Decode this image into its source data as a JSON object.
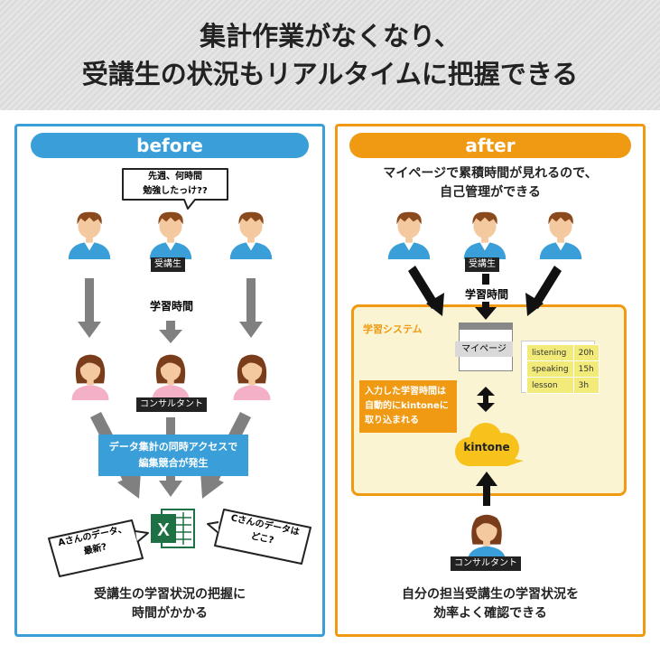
{
  "header": {
    "line1": "集計作業がなくなり、",
    "line2": "受講生の状況もリアルタイムに把握できる"
  },
  "before": {
    "pill": "before",
    "speech_top_line1": "先週、何時間",
    "speech_top_line2": "勉強したっけ??",
    "student_label": "受講生",
    "study_time_label": "学習時間",
    "consultant_label": "コンサルタント",
    "conflict_line1": "データ集計の同時アクセスで",
    "conflict_line2": "編集競合が発生",
    "bubble_left_line1": "Aさんのデータ、",
    "bubble_left_line2": "最新?",
    "bubble_right_line1": "Cさんのデータは",
    "bubble_right_line2": "どこ?",
    "footer_line1": "受講生の学習状況の把握に",
    "footer_line2": "時間がかかる"
  },
  "after": {
    "pill": "after",
    "intro_line1": "マイページで累積時間が見れるので、",
    "intro_line2": "自己管理ができる",
    "student_label": "受講生",
    "study_time_label": "学習時間",
    "system_label": "学習システム",
    "mypage_label": "マイページ",
    "table": [
      {
        "name": "listening",
        "value": "20h"
      },
      {
        "name": "speaking",
        "value": "15h"
      },
      {
        "name": "lesson",
        "value": "3h"
      }
    ],
    "auto_line1": "入力した学習時間は",
    "auto_line2": "自動的にkintoneに",
    "auto_line3": "取り込まれる",
    "kintone_label": "kintone",
    "consultant_label": "コンサルタント",
    "footer_line1": "自分の担当受講生の学習状況を",
    "footer_line2": "効率よく確認できる"
  },
  "colors": {
    "blue": "#3a9fd8",
    "orange": "#ef9a12",
    "system_bg": "#fbf4d3",
    "kintone": "#f7c21b"
  }
}
